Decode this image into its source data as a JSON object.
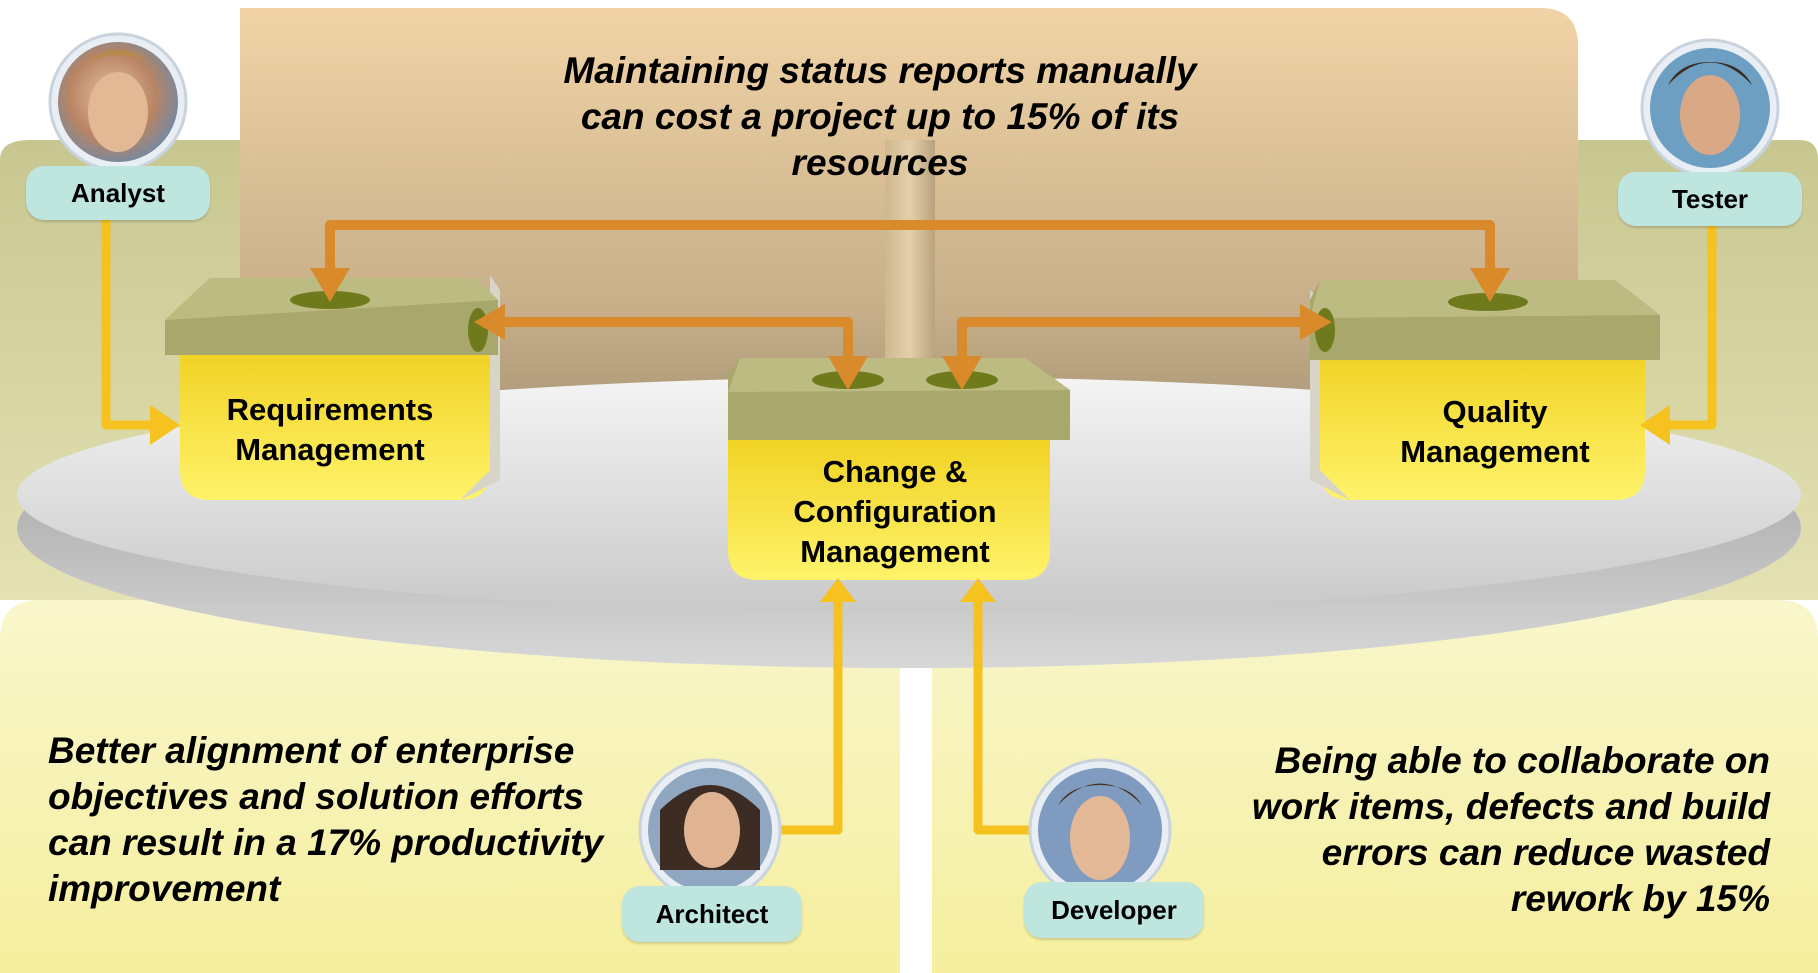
{
  "callouts": {
    "top": "Maintaining status reports manually can cost a project up to 15% of its resources",
    "bottom_left": "Better alignment of enterprise objectives and solution efforts can result in a 17% productivity improvement",
    "bottom_right": "Being able to collaborate on work items, defects and build errors can reduce wasted rework by 15%"
  },
  "boxes": {
    "requirements": "Requirements Management",
    "change": "Change & Configuration Management",
    "quality": "Quality Management"
  },
  "roles": {
    "analyst": "Analyst",
    "tester": "Tester",
    "architect": "Architect",
    "developer": "Developer"
  },
  "colors": {
    "box_yellow": "#f4dc1a",
    "box_top_olive": "#9c9c5c",
    "arrow_orange": "#d98a2a",
    "role_arrow_yellow": "#f5c21f",
    "role_pill": "#bfe6de",
    "panel_tan": "#f0d6ae",
    "panel_olive": "#c9c78e",
    "panel_yellow": "#f7f2b5",
    "platform_grey": "#cfcfcf"
  }
}
